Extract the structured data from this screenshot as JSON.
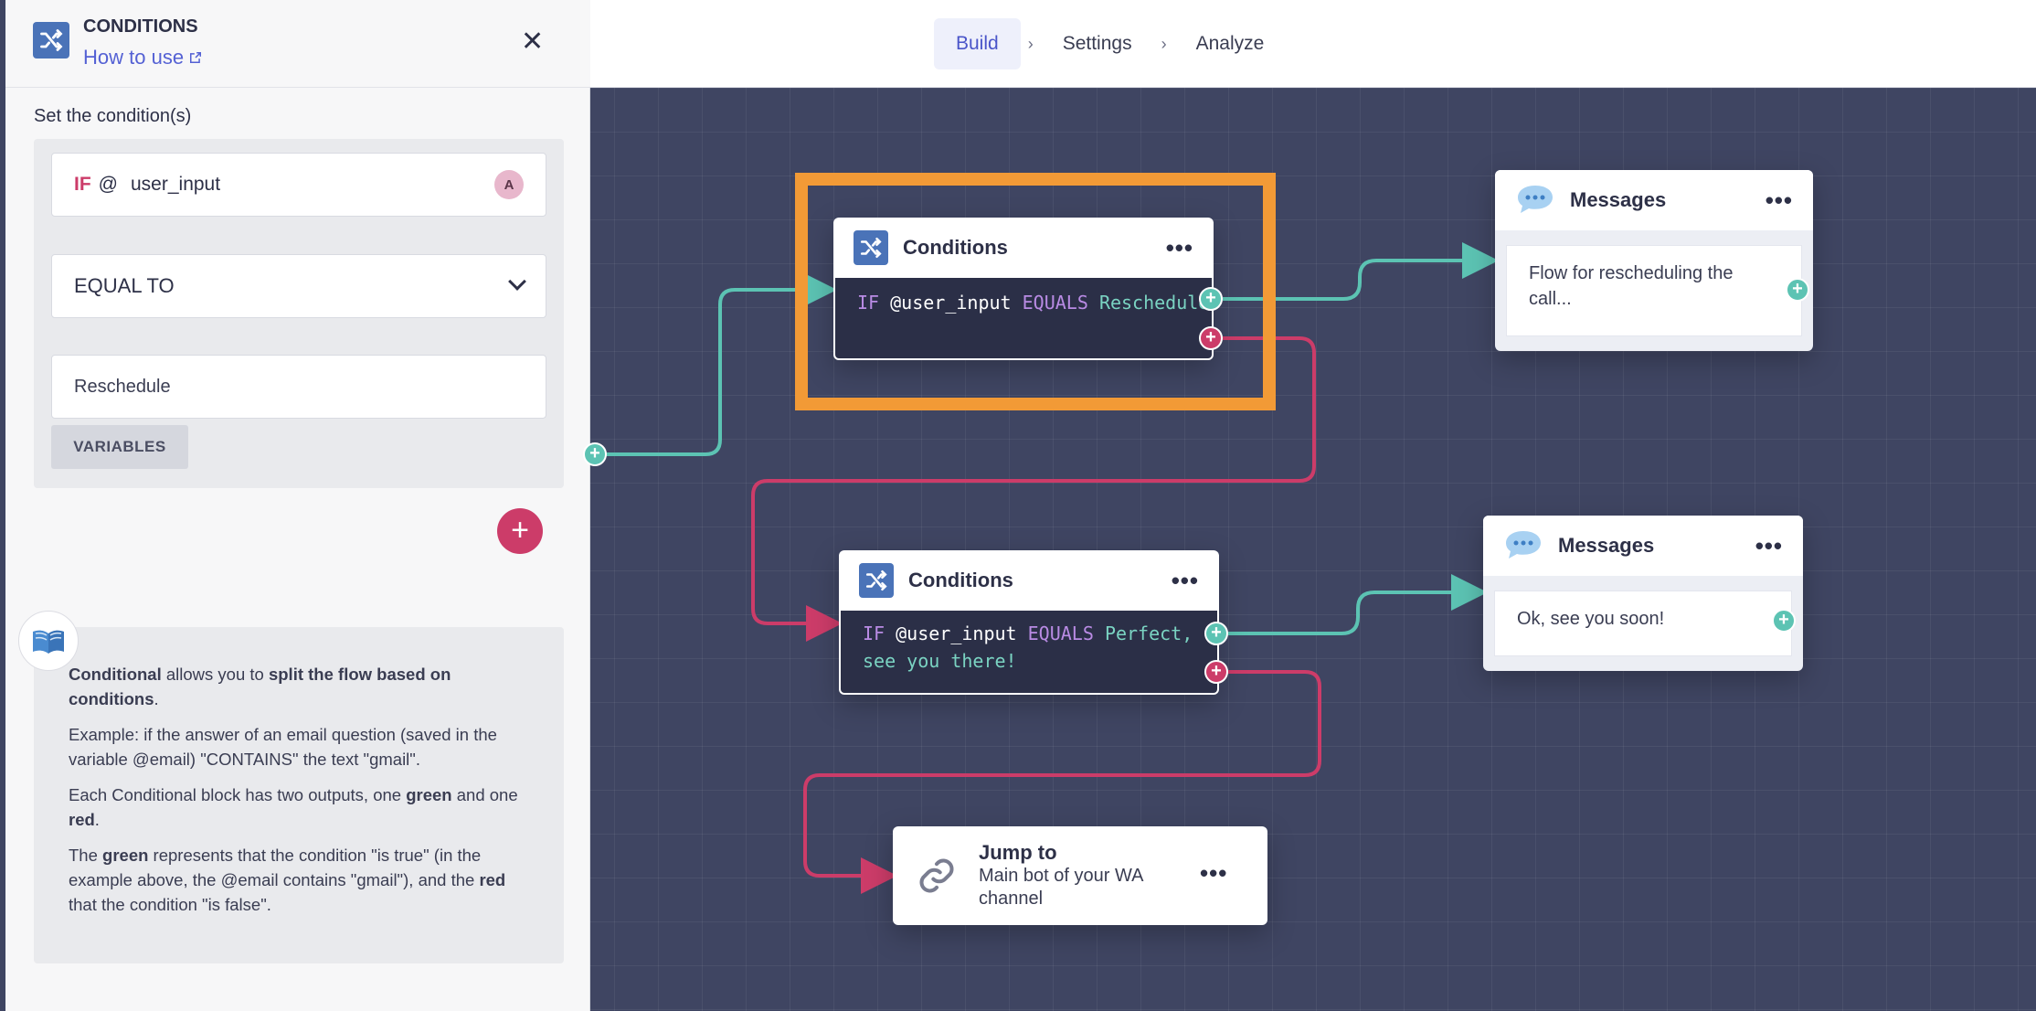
{
  "topbar": {
    "steps": [
      "Build",
      "Settings",
      "Analyze"
    ],
    "separator": "›"
  },
  "panel": {
    "title": "CONDITIONS",
    "how_to_use": "How to use",
    "close": "✕",
    "set_label": "Set the condition(s)",
    "condition": {
      "if_label": "IF",
      "at_label": "@",
      "variable": "user_input",
      "avatar_letter": "A",
      "operator": "EQUAL TO",
      "value": "Reschedule",
      "variables_button": "VARIABLES"
    },
    "add_button": "+",
    "help": {
      "p1_b1": "Conditional",
      "p1_t1": " allows you to ",
      "p1_b2": "split the flow based on conditions",
      "p1_t2": ".",
      "p2": "Example: if the answer of an email question (saved in the variable @email) \"CONTAINS\" the text \"gmail\".",
      "p3_t1": "Each Conditional block has two outputs, one ",
      "p3_b1": "green",
      "p3_t2": " and one ",
      "p3_b2": "red",
      "p3_t3": ".",
      "p4_t1": "The ",
      "p4_b1": "green",
      "p4_t2": " represents that the condition \"is true\" (in the example above, the @email contains \"gmail\"), and the ",
      "p4_b2": "red",
      "p4_t3": " that the condition \"is false\"."
    }
  },
  "nodes": {
    "cond1": {
      "title": "Conditions",
      "menu": "•••",
      "if": "IF",
      "var": "@user_input",
      "op": "EQUALS",
      "val": "Reschedule"
    },
    "cond2": {
      "title": "Conditions",
      "menu": "•••",
      "if": "IF",
      "var": "@user_input",
      "op": "EQUALS",
      "val": "Perfect,",
      "val2": "see you there!"
    },
    "msg1": {
      "title": "Messages",
      "menu": "•••",
      "text": "Flow for rescheduling the call..."
    },
    "msg2": {
      "title": "Messages",
      "menu": "•••",
      "text": "Ok, see you soon!"
    },
    "jump": {
      "title": "Jump to",
      "subtitle": "Main bot of your WA channel",
      "menu": "•••"
    }
  },
  "ports": {
    "plus": "+"
  },
  "colors": {
    "accent": "#4a55c9",
    "green": "#5cc3b3",
    "red": "#cc3c69",
    "highlight": "#f29a36",
    "canvas": "#3f4562"
  },
  "icons": [
    "shuffle-icon",
    "external-link-icon",
    "close-icon",
    "chevron-down-icon",
    "book-icon",
    "chat-bubble-icon",
    "link-icon"
  ]
}
